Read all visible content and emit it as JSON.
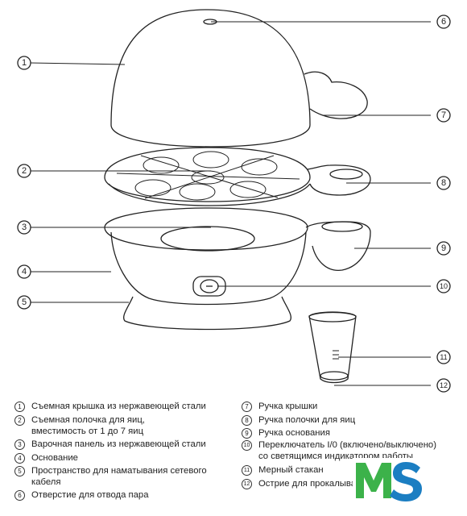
{
  "callouts": [
    "1",
    "2",
    "3",
    "4",
    "5",
    "6",
    "7",
    "8",
    "9",
    "10",
    "11",
    "12"
  ],
  "legend": {
    "left": [
      {
        "num": "1",
        "text": "Съемная крышка из нержавеющей стали"
      },
      {
        "num": "2",
        "text": "Съемная полочка для яиц,\nвместимость от 1 до 7 яиц"
      },
      {
        "num": "3",
        "text": "Варочная панель из нержавеющей стали"
      },
      {
        "num": "4",
        "text": "Основание"
      },
      {
        "num": "5",
        "text": "Пространство для наматывания сетевого\nкабеля"
      },
      {
        "num": "6",
        "text": "Отверстие для отвода пара"
      }
    ],
    "right": [
      {
        "num": "7",
        "text": "Ручка крышки"
      },
      {
        "num": "8",
        "text": "Ручка полочки для яиц"
      },
      {
        "num": "9",
        "text": "Ручка основания"
      },
      {
        "num": "10",
        "text": "Переключатель I/0 (включено/выключено)\nсо светящимся индикатором работы"
      },
      {
        "num": "11",
        "text": "Мерный стакан"
      },
      {
        "num": "12",
        "text": "Острие для прокалывания яиц"
      }
    ]
  },
  "logo": {
    "text": "MS",
    "colors": {
      "m": "#3cb24a",
      "s": "#1b7ec2"
    }
  }
}
